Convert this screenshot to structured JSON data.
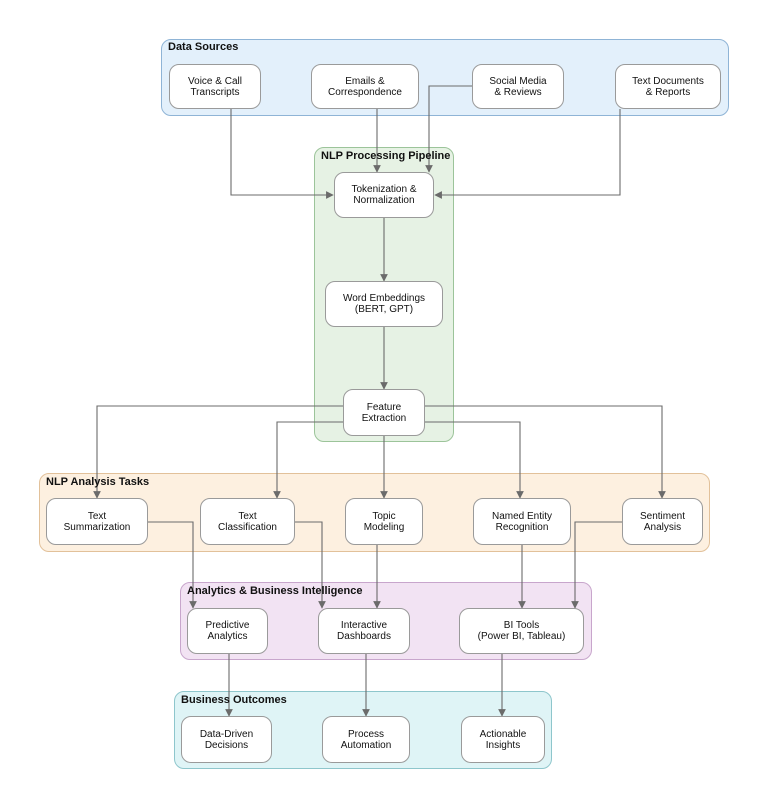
{
  "groups": {
    "data_sources": "Data Sources",
    "nlp_pipeline": "NLP Processing Pipeline",
    "analysis_tasks": "NLP Analysis Tasks",
    "analytics_bi": "Analytics & Business Intelligence",
    "business_outcomes": "Business Outcomes"
  },
  "nodes": {
    "voice": "Voice & Call\nTranscripts",
    "emails": "Emails &\nCorrespondence",
    "social": "Social Media\n& Reviews",
    "textdocs": "Text Documents\n& Reports",
    "tokenization": "Tokenization &\nNormalization",
    "embeddings": "Word Embeddings\n(BERT, GPT)",
    "features": "Feature\nExtraction",
    "summarization": "Text\nSummarization",
    "classification": "Text\nClassification",
    "topic": "Topic\nModeling",
    "ner": "Named Entity\nRecognition",
    "sentiment": "Sentiment\nAnalysis",
    "predictive": "Predictive\nAnalytics",
    "dashboards": "Interactive\nDashboards",
    "bitools": "BI Tools\n(Power BI, Tableau)",
    "decisions": "Data-Driven\nDecisions",
    "automation": "Process\nAutomation",
    "insights": "Actionable\nInsights"
  },
  "colors": {
    "data_sources_bg": "#e3f0fb",
    "data_sources_border": "#8fb4d6",
    "nlp_pipeline_bg": "#e6f2e4",
    "nlp_pipeline_border": "#9cc49a",
    "analysis_tasks_bg": "#fdf0e0",
    "analysis_tasks_border": "#e2c19a",
    "analytics_bi_bg": "#f2e3f3",
    "analytics_bi_border": "#c8a6cc",
    "business_outcomes_bg": "#dff4f6",
    "business_outcomes_border": "#8ec6cc",
    "edge": "#6b6b6b"
  }
}
